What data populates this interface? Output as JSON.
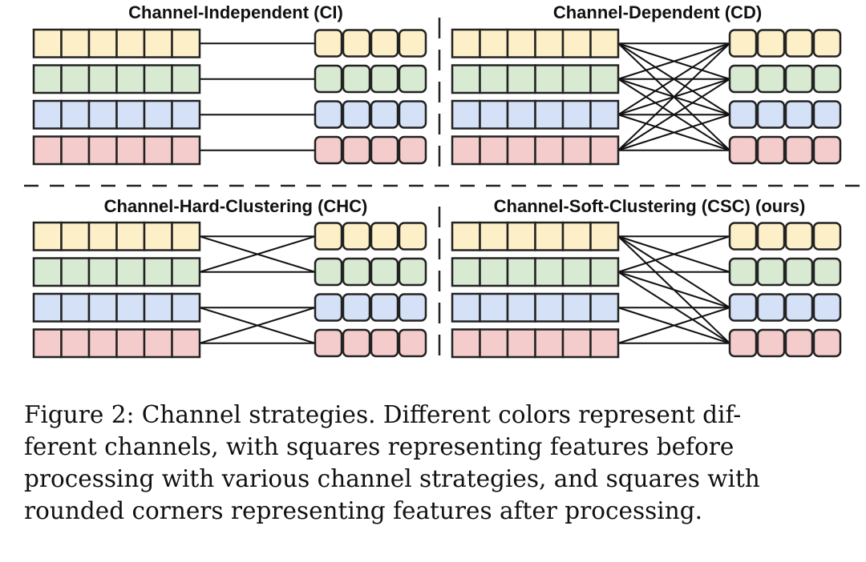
{
  "panels": [
    {
      "id": "ci",
      "title": "Channel-Independent (CI)",
      "connections": [
        [
          0,
          0
        ],
        [
          1,
          1
        ],
        [
          2,
          2
        ],
        [
          3,
          3
        ]
      ]
    },
    {
      "id": "cd",
      "title": "Channel-Dependent (CD)",
      "connections": [
        [
          0,
          0
        ],
        [
          0,
          1
        ],
        [
          0,
          2
        ],
        [
          0,
          3
        ],
        [
          1,
          0
        ],
        [
          1,
          1
        ],
        [
          1,
          2
        ],
        [
          1,
          3
        ],
        [
          2,
          0
        ],
        [
          2,
          1
        ],
        [
          2,
          2
        ],
        [
          2,
          3
        ],
        [
          3,
          0
        ],
        [
          3,
          1
        ],
        [
          3,
          2
        ],
        [
          3,
          3
        ]
      ]
    },
    {
      "id": "chc",
      "title": "Channel-Hard-Clustering (CHC)",
      "connections": [
        [
          0,
          0
        ],
        [
          0,
          1
        ],
        [
          1,
          0
        ],
        [
          1,
          1
        ],
        [
          2,
          2
        ],
        [
          2,
          3
        ],
        [
          3,
          2
        ],
        [
          3,
          3
        ]
      ]
    },
    {
      "id": "csc",
      "title": "Channel-Soft-Clustering (CSC) (ours)",
      "connections": [
        [
          0,
          0
        ],
        [
          0,
          1
        ],
        [
          0,
          2
        ],
        [
          0,
          3
        ],
        [
          1,
          0
        ],
        [
          1,
          1
        ],
        [
          1,
          2
        ],
        [
          1,
          3
        ],
        [
          2,
          2
        ],
        [
          2,
          3
        ],
        [
          3,
          2
        ],
        [
          3,
          3
        ]
      ]
    }
  ],
  "channel_colors": [
    {
      "fill": "#fdf0c8",
      "stroke": "#222"
    },
    {
      "fill": "#d8ead2",
      "stroke": "#222"
    },
    {
      "fill": "#d4e1f6",
      "stroke": "#222"
    },
    {
      "fill": "#f4cccc",
      "stroke": "#222"
    }
  ],
  "input_squares_per_row": 6,
  "output_squares_per_row": 4,
  "caption": {
    "lines": [
      "Figure 2: Channel strategies. Different colors represent dif-",
      "ferent channels, with squares representing features before",
      "processing with various channel strategies, and squares with",
      "rounded corners representing features after processing."
    ]
  }
}
